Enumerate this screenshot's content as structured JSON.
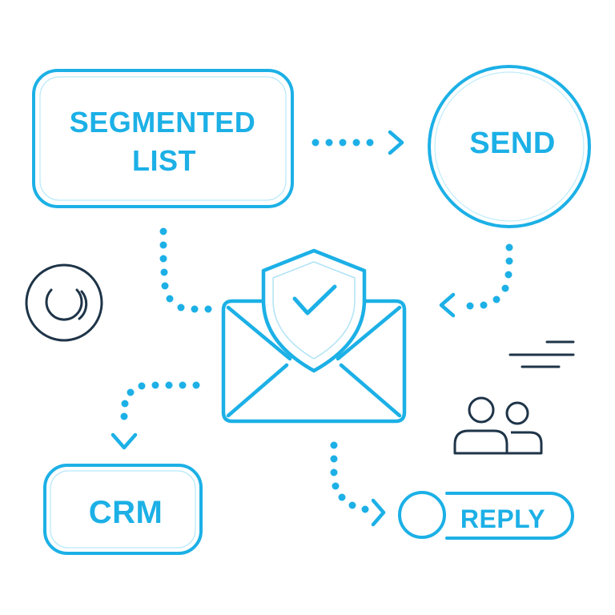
{
  "nodes": {
    "segmented_list": {
      "line1": "SEGMENTED",
      "line2": "LIST"
    },
    "send": {
      "label": "SEND"
    },
    "crm": {
      "label": "CRM"
    },
    "reply": {
      "label": "REPLY"
    }
  },
  "icons": {
    "center": "secure-email-icon",
    "ring": "circular-arrows-icon",
    "speed_lines": "speed-lines-icon",
    "users": "users-icon"
  },
  "colors": {
    "accent": "#1CB0E6",
    "accent_light": "#2EC0F2",
    "dark": "#1E3448",
    "background": "#FFFFFF"
  }
}
